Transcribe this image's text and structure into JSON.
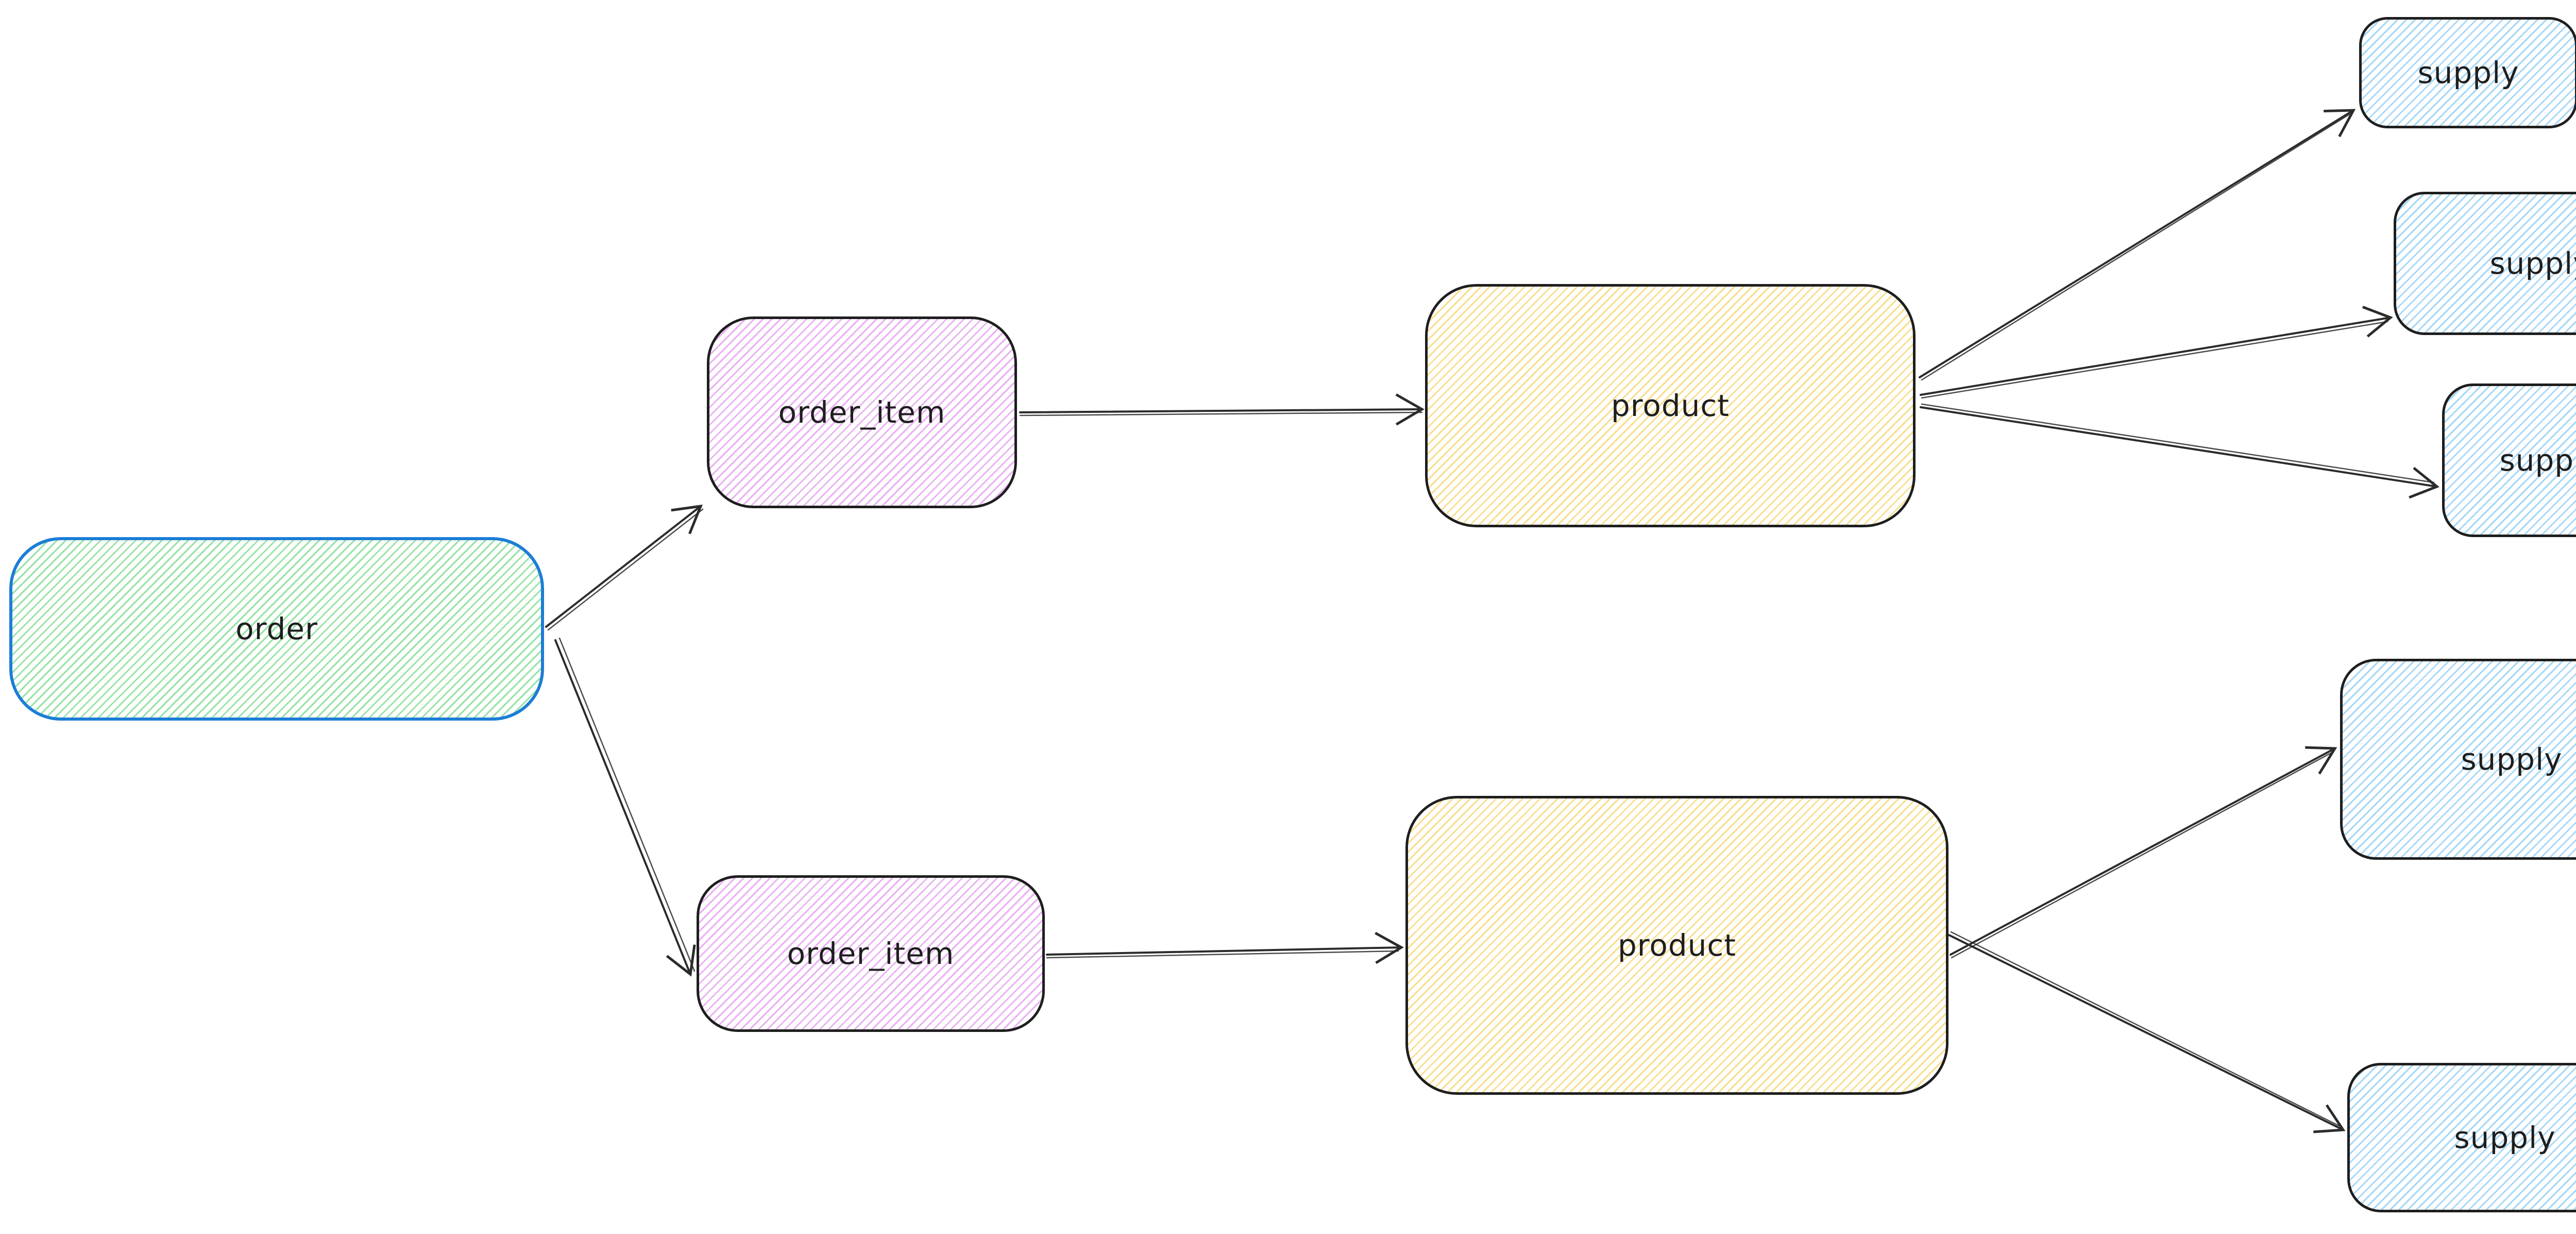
{
  "diagram": {
    "type": "entity-relationship-sketch",
    "background": "#ffffff",
    "nodes": {
      "order": {
        "label": "order"
      },
      "order_item_1": {
        "label": "order_item"
      },
      "order_item_2": {
        "label": "order_item"
      },
      "product_1": {
        "label": "product"
      },
      "product_2": {
        "label": "product"
      },
      "supply_1": {
        "label": "supply"
      },
      "supply_2": {
        "label": "supply"
      },
      "supply_3": {
        "label": "supply"
      },
      "supply_4": {
        "label": "supply"
      },
      "supply_5": {
        "label": "supply"
      }
    },
    "edges": [
      {
        "from": "order",
        "to": "order_item_1"
      },
      {
        "from": "order",
        "to": "order_item_2"
      },
      {
        "from": "order_item_1",
        "to": "product_1"
      },
      {
        "from": "product_1",
        "to": "supply_1"
      },
      {
        "from": "product_1",
        "to": "supply_2"
      },
      {
        "from": "product_1",
        "to": "supply_3"
      },
      {
        "from": "order_item_2",
        "to": "product_2"
      },
      {
        "from": "product_2",
        "to": "supply_4"
      },
      {
        "from": "product_2",
        "to": "supply_5"
      }
    ],
    "colors": {
      "canvas-bg": "#ffffff",
      "dark-stroke": "#1e1e1e",
      "arrow-stroke": "#2b2b2b",
      "text-color": "#1e1e1e",
      "order-border": "#1c7ed6",
      "green-line": "#96e3a4",
      "violet-line": "#e9b1f2",
      "yellow-line": "#f9de8e",
      "blue-line": "#a6d7f6"
    }
  }
}
